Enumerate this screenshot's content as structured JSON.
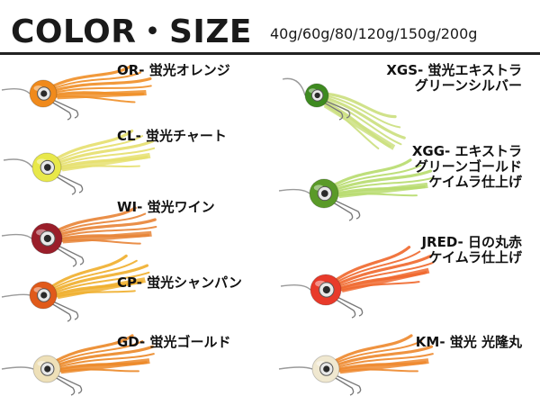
{
  "header": {
    "title": "COLOR・SIZE",
    "sizes": "40g/60g/80/120g/150g/200g"
  },
  "variants": [
    {
      "lines": [
        "OR- 蛍光オレンジ"
      ],
      "head_color": "#f08a1c",
      "skirt_color": "#f0902a",
      "eye": "#2a2a2a"
    },
    {
      "lines": [
        "CL- 蛍光チャート"
      ],
      "head_color": "#e8e84a",
      "skirt_color": "#e6e070",
      "eye": "#2a2a2a"
    },
    {
      "lines": [
        "WI- 蛍光ワイン"
      ],
      "head_color": "#9a1e2a",
      "skirt_color": "#e8863a",
      "eye": "#2a2a2a"
    },
    {
      "lines": [
        "CP- 蛍光シャンパン"
      ],
      "head_color": "#e05a1a",
      "skirt_color": "#f0b030",
      "eye": "#2a2a2a"
    },
    {
      "lines": [
        "GD- 蛍光ゴールド"
      ],
      "head_color": "#eee0b8",
      "skirt_color": "#ec8a2a",
      "eye": "#2a2a2a"
    },
    {
      "lines": [
        "XGS- 蛍光エキストラ",
        "グリーンシルバー"
      ],
      "head_color": "#3e8a20",
      "skirt_color": "#cce080",
      "eye": "#2a2a2a"
    },
    {
      "lines": [
        "XGG- エキストラ",
        "グリーンゴールド",
        "ケイムラ仕上げ"
      ],
      "head_color": "#5a9a28",
      "skirt_color": "#b8dc70",
      "eye": "#2a2a2a"
    },
    {
      "lines": [
        "JRED- 日の丸赤",
        "ケイムラ仕上げ"
      ],
      "head_color": "#e83a2a",
      "skirt_color": "#f06a30",
      "eye": "#2a2a2a"
    },
    {
      "lines": [
        "KM- 蛍光 光隆丸"
      ],
      "head_color": "#f0e8d0",
      "skirt_color": "#ee8a30",
      "eye": "#2a2a2a"
    }
  ]
}
